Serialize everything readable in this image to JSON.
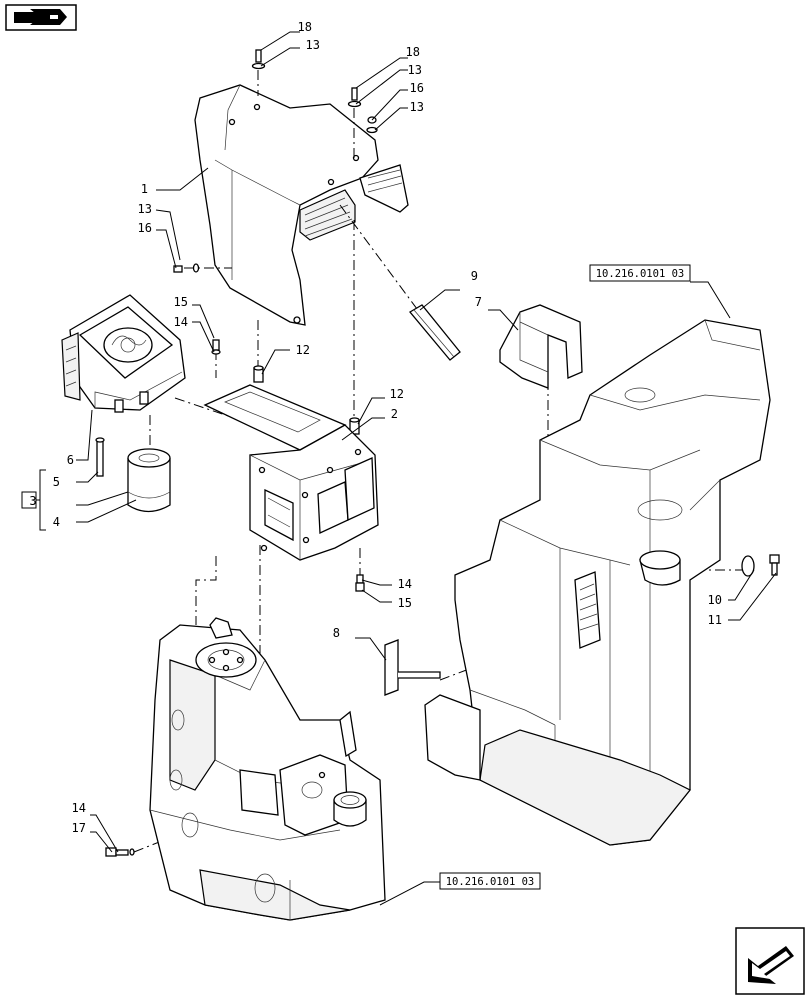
{
  "callouts": {
    "c1": "1",
    "c2": "2",
    "c3": "3",
    "c4": "4",
    "c5": "5",
    "c6": "6",
    "c7": "7",
    "c8": "8",
    "c9": "9",
    "c10": "10",
    "c11": "11",
    "c12a": "12",
    "c12b": "12",
    "c13a": "13",
    "c13b": "13",
    "c13c": "13",
    "c13d": "13",
    "c14a": "14",
    "c14b": "14",
    "c14c": "14",
    "c15a": "15",
    "c15b": "15",
    "c16a": "16",
    "c16b": "16",
    "c17": "17",
    "c18a": "18",
    "c18b": "18"
  },
  "refs": {
    "ref_top": "10.216.0101 03",
    "ref_bottom": "10.216.0101 03"
  },
  "icons": {
    "top_left": "book-arrow-icon",
    "bottom_right": "next-page-arrow-icon"
  }
}
